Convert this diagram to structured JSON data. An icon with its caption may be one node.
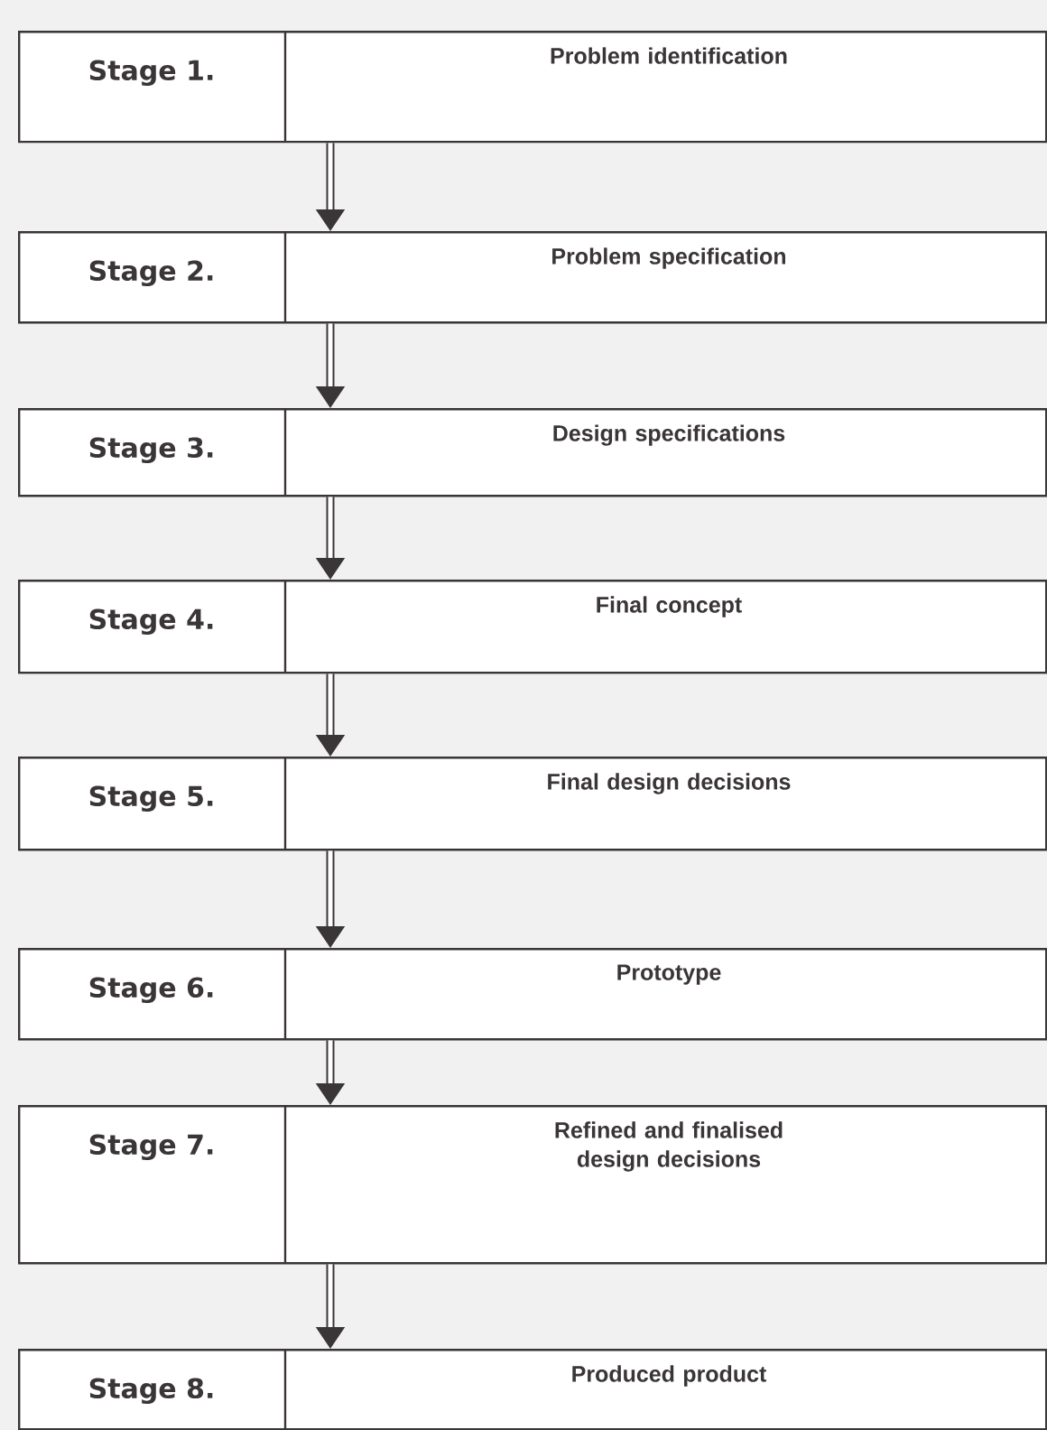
{
  "diagram": {
    "nodes": [
      {
        "text": [
          "Stage 1.",
          "Problem identification"
        ]
      },
      {
        "text": [
          "Stage 2.",
          "Problem specification"
        ]
      },
      {
        "text": [
          "Stage 3.",
          "Design specifications"
        ]
      },
      {
        "text": [
          "Stage 4.",
          "Final concept"
        ]
      },
      {
        "text": [
          "Stage 5.",
          "Final design decisions"
        ]
      },
      {
        "text": [
          "Stage 6.",
          "Prototype"
        ]
      },
      {
        "text": [
          "Stage 7.",
          "Refined and finalised design decisions"
        ]
      },
      {
        "text": [
          "Stage 8.",
          "Produced product"
        ]
      }
    ],
    "edges": [
      {
        "from": 0,
        "to": 1,
        "arrow": "to"
      },
      {
        "from": 1,
        "to": 2,
        "arrow": "to"
      },
      {
        "from": 2,
        "to": 3,
        "arrow": "to"
      },
      {
        "from": 3,
        "to": 4,
        "arrow": "to"
      },
      {
        "from": 4,
        "to": 5,
        "arrow": "to"
      },
      {
        "from": 5,
        "to": 6,
        "arrow": "to"
      },
      {
        "from": 6,
        "to": 7,
        "arrow": "to"
      }
    ]
  }
}
